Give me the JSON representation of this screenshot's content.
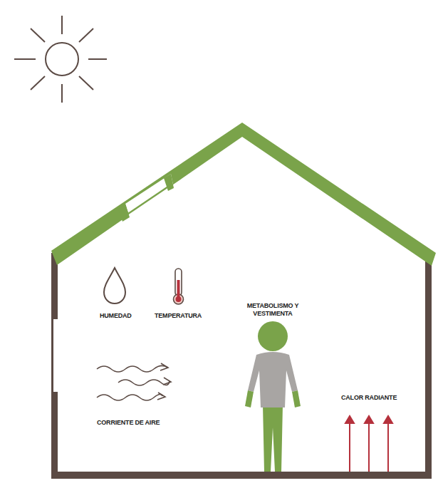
{
  "diagram": {
    "labels": [
      "HUMEDAD",
      "TEMPERATURA",
      "METABOLISMO Y VESTIMENTA",
      "CORRIENTE DE AIRE",
      "CALOR RADIANTE"
    ]
  }
}
